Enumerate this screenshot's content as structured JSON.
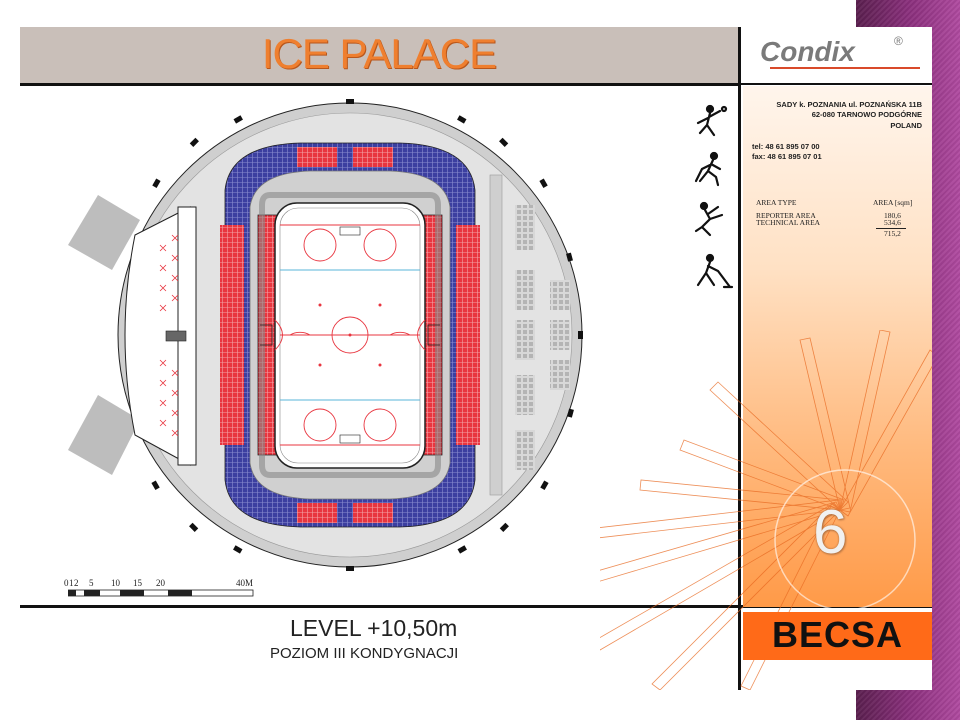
{
  "title": "ICE PALACE",
  "logo": {
    "name": "Condix",
    "mark": "®"
  },
  "address": {
    "line1": "SADY k. POZNANIA ul. POZNAŃSKA  11B",
    "line2": "62-080 TARNOWO PODGÓRNE",
    "line3": "POLAND",
    "tel": "tel:  48 61 895 07 00",
    "fax": "fax:  48 61 895 07 01"
  },
  "area_table": {
    "header_type": "AREA TYPE",
    "header_area": "AREA [sqm]",
    "rows": [
      {
        "type": "REPORTER AREA",
        "value": "180,6"
      },
      {
        "type": "TECHNICAL AREA",
        "value": "534,6"
      }
    ],
    "total": "715,2"
  },
  "sheet_number": "6",
  "brand": "BECSA",
  "level_label": "LEVEL +10,50m",
  "level_sub": "POZIOM III KONDYGNACJI",
  "scale_labels": [
    "0",
    "1",
    "2",
    "5",
    "10",
    "15",
    "20",
    "40M"
  ],
  "colors": {
    "title": "#ef7f2f",
    "seats_red": "#e8353f",
    "seats_blue": "#3c3fa0",
    "accent": "#ff6a18",
    "side_band": "#8a2f7c"
  },
  "pictograms": [
    "basketball-icon",
    "hockey-icon",
    "figure-skating-icon",
    "ice-hockey-icon"
  ]
}
